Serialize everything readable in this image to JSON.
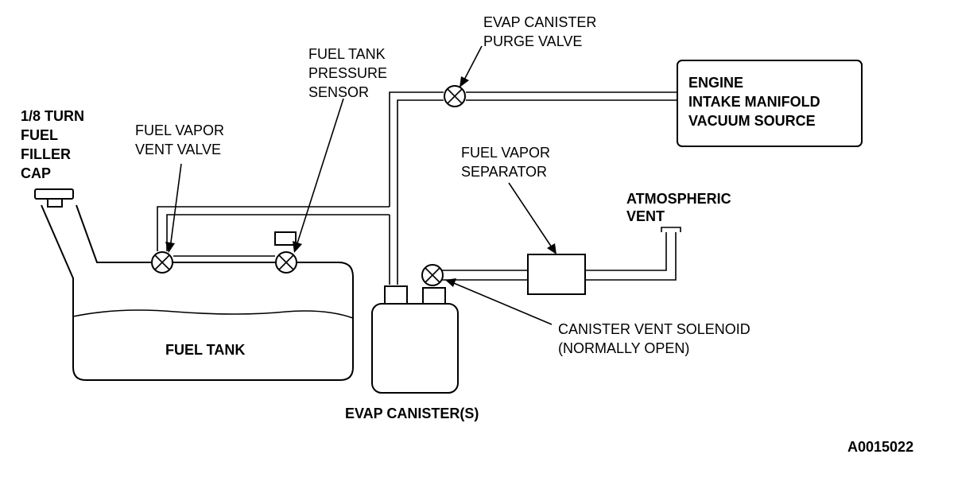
{
  "labels": {
    "filler_cap": [
      "1/8 TURN",
      "FUEL",
      "FILLER",
      "CAP"
    ],
    "vent_valve": [
      "FUEL VAPOR",
      "VENT VALVE"
    ],
    "pressure_sensor": [
      "FUEL TANK",
      "PRESSURE",
      "SENSOR"
    ],
    "purge_valve": [
      "EVAP CANISTER",
      "PURGE VALVE"
    ],
    "engine": [
      "ENGINE",
      "INTAKE MANIFOLD",
      "VACUUM SOURCE"
    ],
    "separator": [
      "FUEL VAPOR",
      "SEPARATOR"
    ],
    "atmospheric": [
      "ATMOSPHERIC",
      "VENT"
    ],
    "vent_solenoid": [
      "CANISTER VENT SOLENOID",
      "(NORMALLY OPEN)"
    ],
    "fuel_tank": "FUEL TANK",
    "canister": "EVAP CANISTER(S)",
    "figure_id": "A0015022"
  }
}
